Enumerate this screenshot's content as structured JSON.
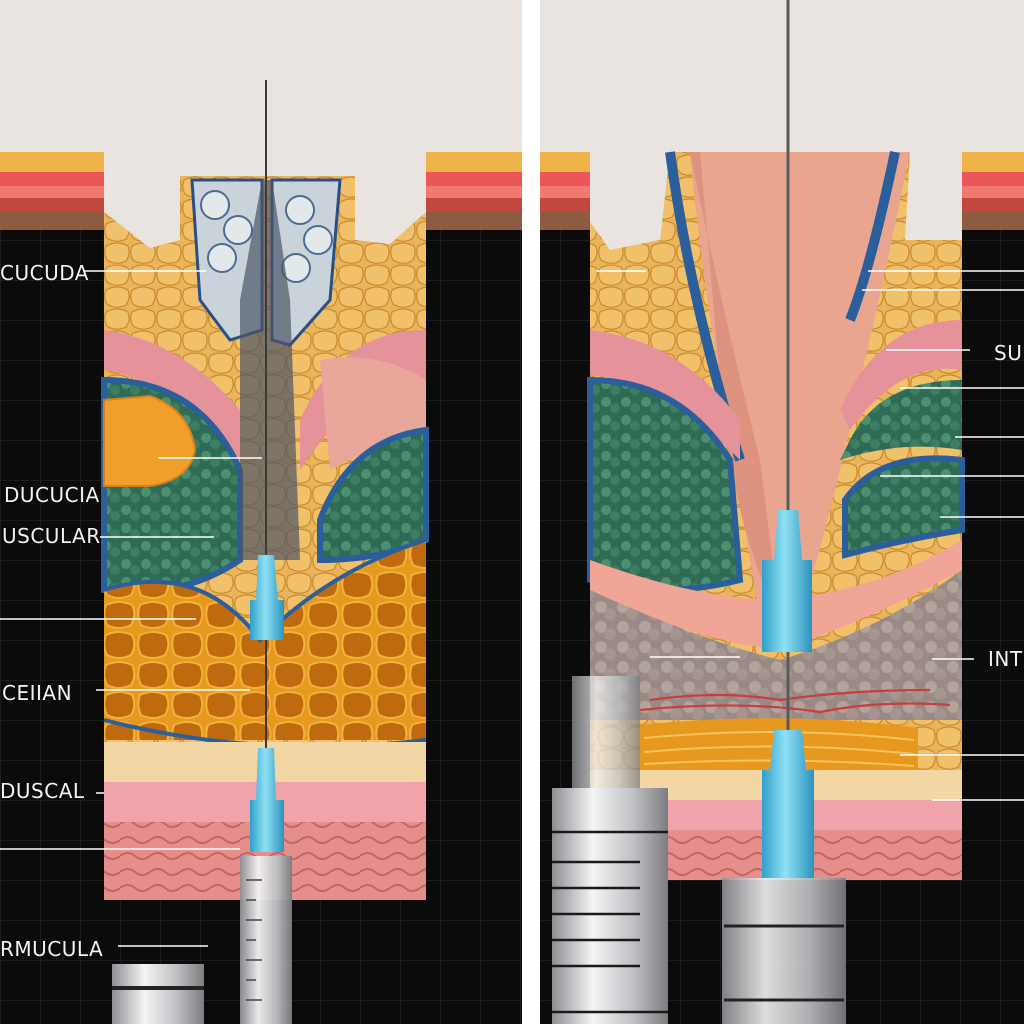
{
  "left_panel": {
    "labels": [
      {
        "id": "label-cucuda",
        "text": "CUCUDA"
      },
      {
        "id": "label-ducucia",
        "text": "DUCUCIA"
      },
      {
        "id": "label-uscular",
        "text": "USCULAR"
      },
      {
        "id": "label-ceiian",
        "text": "CEIIAN"
      },
      {
        "id": "label-uscal",
        "text": "DUSCAL"
      },
      {
        "id": "label-rmucula",
        "text": "RMUCULA"
      }
    ]
  },
  "right_panel": {
    "labels": [
      {
        "id": "label-su",
        "text": "SU"
      },
      {
        "id": "label-int",
        "text": "INT"
      }
    ]
  },
  "colors": {
    "background": "#e9e4e0",
    "dark_panel": "#0b0b0b",
    "needle_hub": "#4ec3e6",
    "fat": "#e8a52a",
    "muscle": "#e9a08f",
    "vessel_blue": "#2a5f9c",
    "green_tissue": "#3f7a63"
  }
}
